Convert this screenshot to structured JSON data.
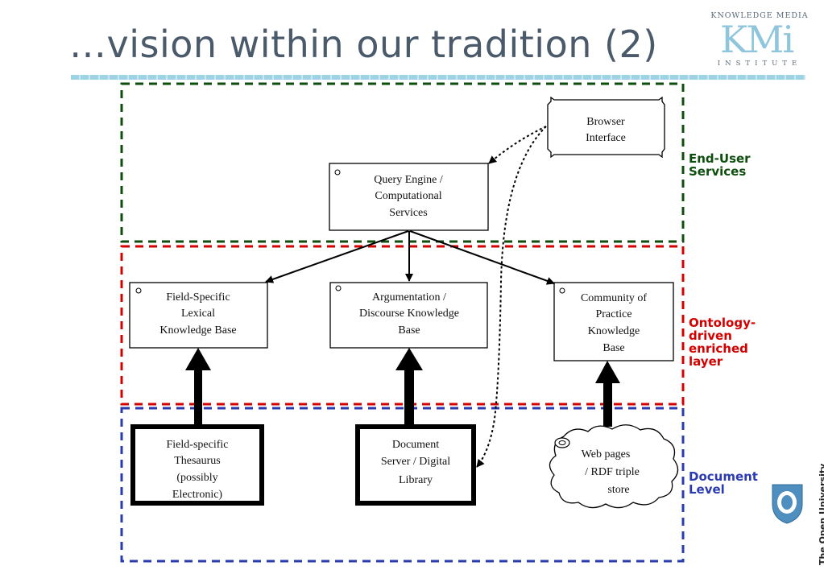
{
  "slide": {
    "title": "…vision within our tradition (2)"
  },
  "logo_kmi": {
    "top_text": "KNOWLEDGE MEDIA",
    "mark": "KMi",
    "bottom_text": "INSTITUTE"
  },
  "logo_ou": {
    "text": "The Open University"
  },
  "layers": {
    "end_user": [
      "End-User",
      "Services"
    ],
    "ontology": [
      "Ontology-",
      "driven",
      "enriched",
      "layer"
    ],
    "document": [
      "Document",
      "Level"
    ]
  },
  "nodes": {
    "browser": [
      "Browser",
      "Interface"
    ],
    "query_engine": [
      "Query Engine /",
      "Computational",
      "Services"
    ],
    "field_kb": [
      "Field-Specific",
      "Lexical",
      "Knowledge Base"
    ],
    "argumentation_kb": [
      "Argumentation /",
      "Discourse Knowledge",
      "Base"
    ],
    "community_kb": [
      "Community of",
      "Practice",
      "Knowledge",
      "Base"
    ],
    "thesaurus": [
      "Field-specific",
      "Thesaurus",
      "(possibly",
      "Electronic)"
    ],
    "doc_server": [
      "Document",
      "Server / Digital",
      "Library"
    ],
    "web_pages": [
      "Web pages",
      "/ RDF triple",
      "store"
    ]
  },
  "colors": {
    "end_user_layer": "#0d4d0d",
    "ontology_layer": "#d40000",
    "document_layer": "#2a3ab0",
    "title": "#4a5a6a",
    "rule": "#9ed3e3"
  }
}
